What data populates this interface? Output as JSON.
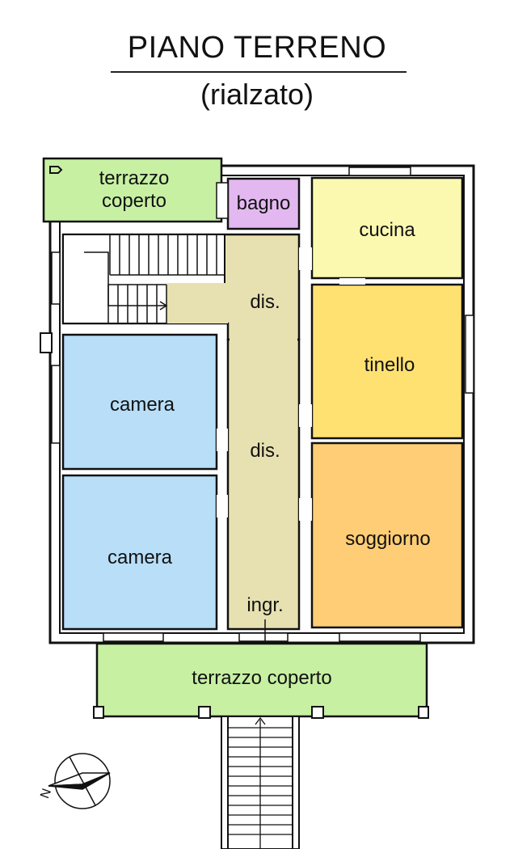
{
  "title": "PIANO TERRENO",
  "subtitle": "(rialzato)",
  "rooms": {
    "terrazzo_top": "terrazzo\ncoperto",
    "bagno": "bagno",
    "cucina": "cucina",
    "dis_upper": "dis.",
    "tinello": "tinello",
    "camera_upper": "camera",
    "dis_lower": "dis.",
    "camera_lower": "camera",
    "soggiorno": "soggiorno",
    "ingr": "ingr.",
    "terrazzo_front": "terrazzo coperto"
  },
  "compass": {
    "north_label": "N"
  },
  "colors": {
    "terrace": "#c7f0a3",
    "bath": "#e3b8f0",
    "kitchen": "#fbf9b0",
    "hall": "#e7e1b1",
    "tinello": "#ffe172",
    "bedroom": "#b8def8",
    "living": "#ffcd75",
    "entrance_arrow": "#ff4f3a"
  }
}
